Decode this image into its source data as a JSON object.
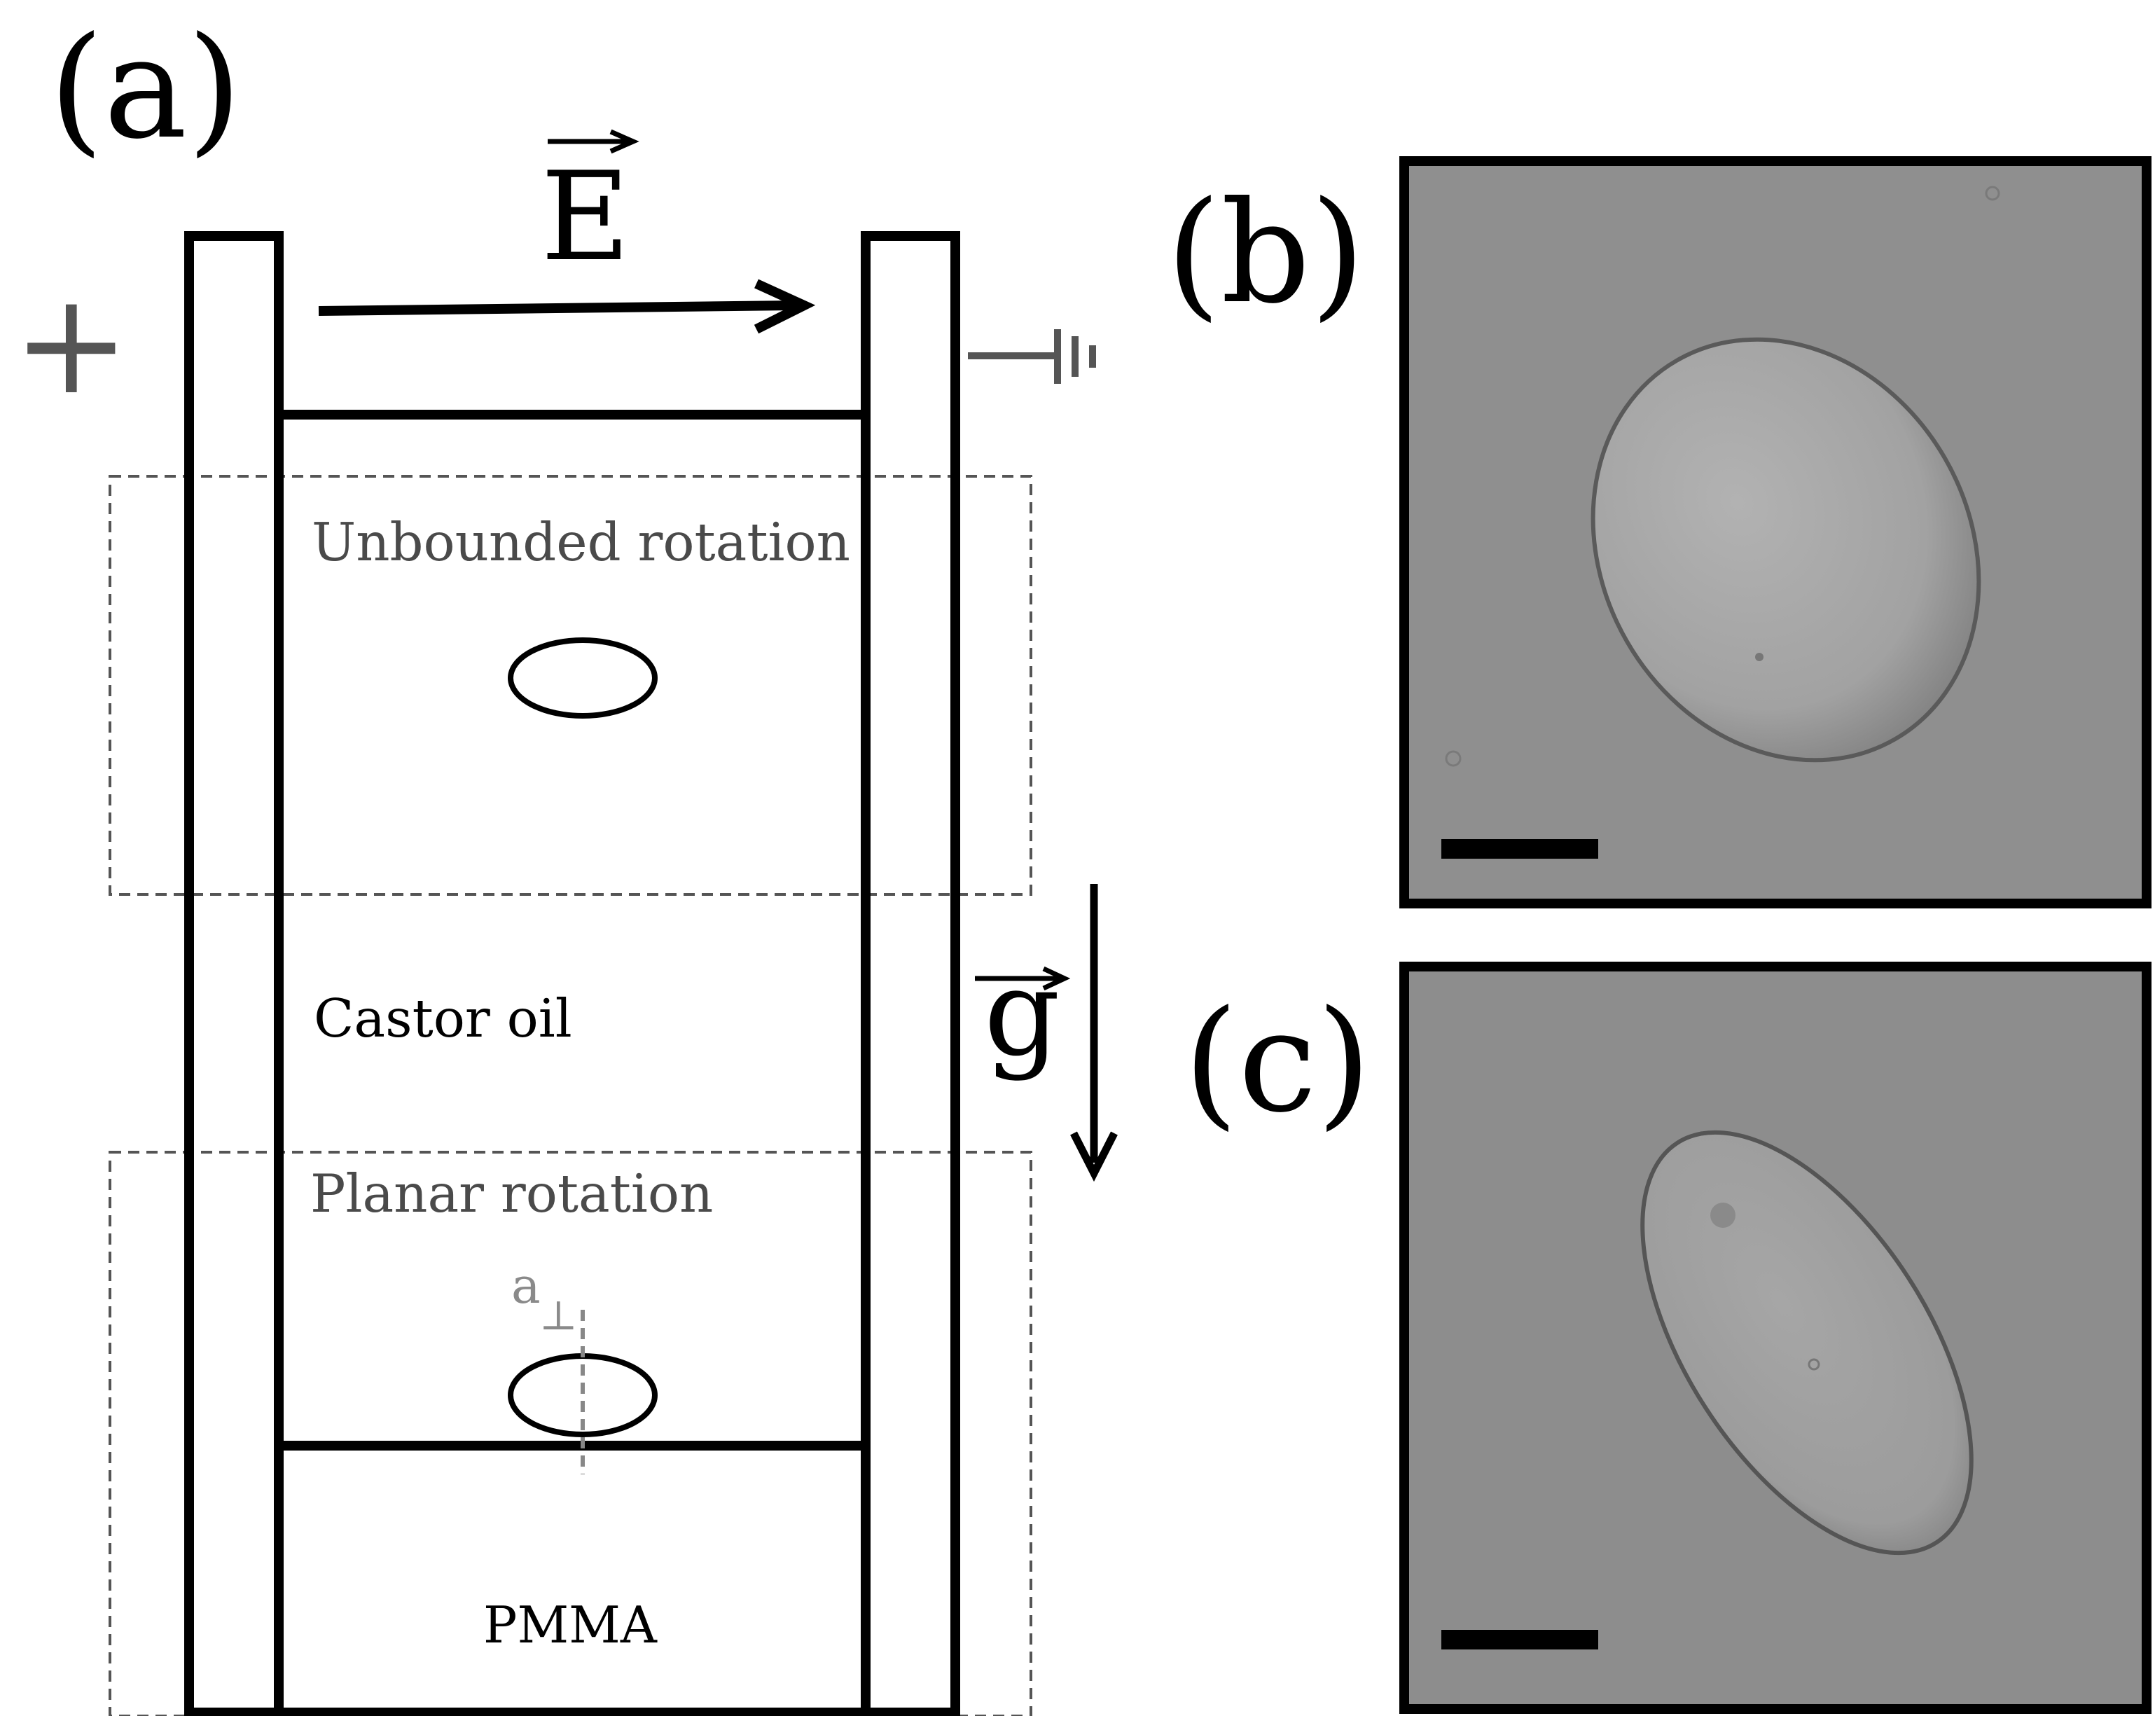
{
  "panels": {
    "a": {
      "label": "(a)",
      "field_symbol": "E",
      "plus_sign": "+",
      "gravity_symbol": "g",
      "region_top_label": "Unbounded rotation",
      "fluid_label": "Castor oil",
      "region_bottom_label": "Planar rotation",
      "axis_label_base": "a",
      "axis_label_sub": "⊥",
      "base_label": "PMMA"
    },
    "b": {
      "label": "(b)"
    },
    "c": {
      "label": "(c)"
    }
  },
  "colors": {
    "ink": "#000000",
    "gray_text": "#4a4a4a",
    "light_gray": "#8a8a8a",
    "micrograph_bg": "#8e8e8e",
    "particle_fill": "#a3a3a3",
    "particle_edge": "#505050"
  }
}
